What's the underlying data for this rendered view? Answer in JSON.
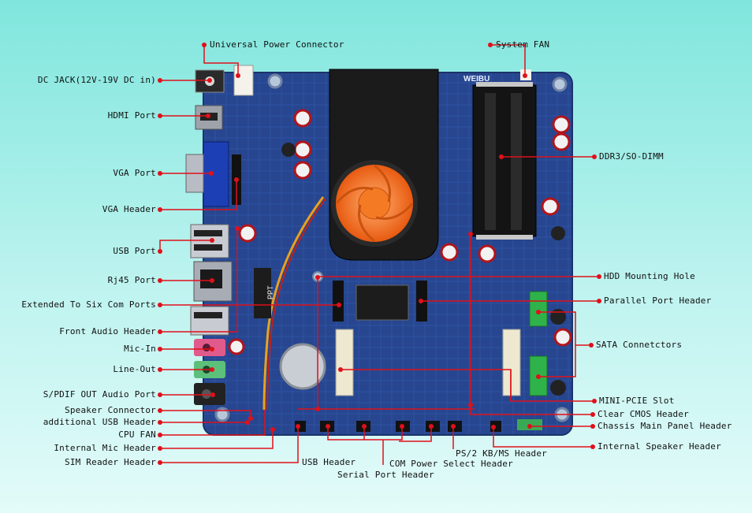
{
  "colors": {
    "background": "#9eeee7",
    "board": "#27468f",
    "leader": "#e0101a",
    "fan": "#f26a1b",
    "heatsink": "#1b1b1b",
    "sata": "#2fb24a",
    "audio_pink": "#e05a8b",
    "audio_green": "#5cc07a"
  },
  "board": {
    "brand_text": "WEIBU",
    "chip_text": "PPT"
  },
  "labels": {
    "universal_power": "Universal Power Connector",
    "system_fan": "System FAN",
    "dc_jack": "DC JACK(12V-19V DC in)",
    "hdmi": "HDMI Port",
    "ddr3": "DDR3/SO-DIMM",
    "vga_port": "VGA Port",
    "vga_header": "VGA Header",
    "usb_port": "USB Port",
    "rj45": "Rj45 Port",
    "hdd_hole": "HDD Mounting Hole",
    "extended_com": "Extended To Six Com Ports",
    "parallel": "Parallel Port Header",
    "front_audio": "Front Audio Header",
    "sata": "SATA Connetctors",
    "mic_in": "Mic-In",
    "line_out": "Line-Out",
    "spdif": "S/PDIF OUT Audio Port",
    "mini_pcie": "MINI-PCIE Slot",
    "speaker_conn": "Speaker Connector",
    "clear_cmos": "Clear CMOS Header",
    "additional_usb": "additional USB Header",
    "chassis_panel": "Chassis Main Panel Header",
    "cpu_fan": "CPU FAN",
    "internal_speaker": "Internal Speaker Header",
    "internal_mic": "Internal Mic Header",
    "ps2": "PS/2 KB/MS Header",
    "sim_reader": "SIM Reader Header",
    "usb_header": "USB Header",
    "com_power": "COM Power Select Header",
    "serial_port": "Serial Port Header"
  }
}
